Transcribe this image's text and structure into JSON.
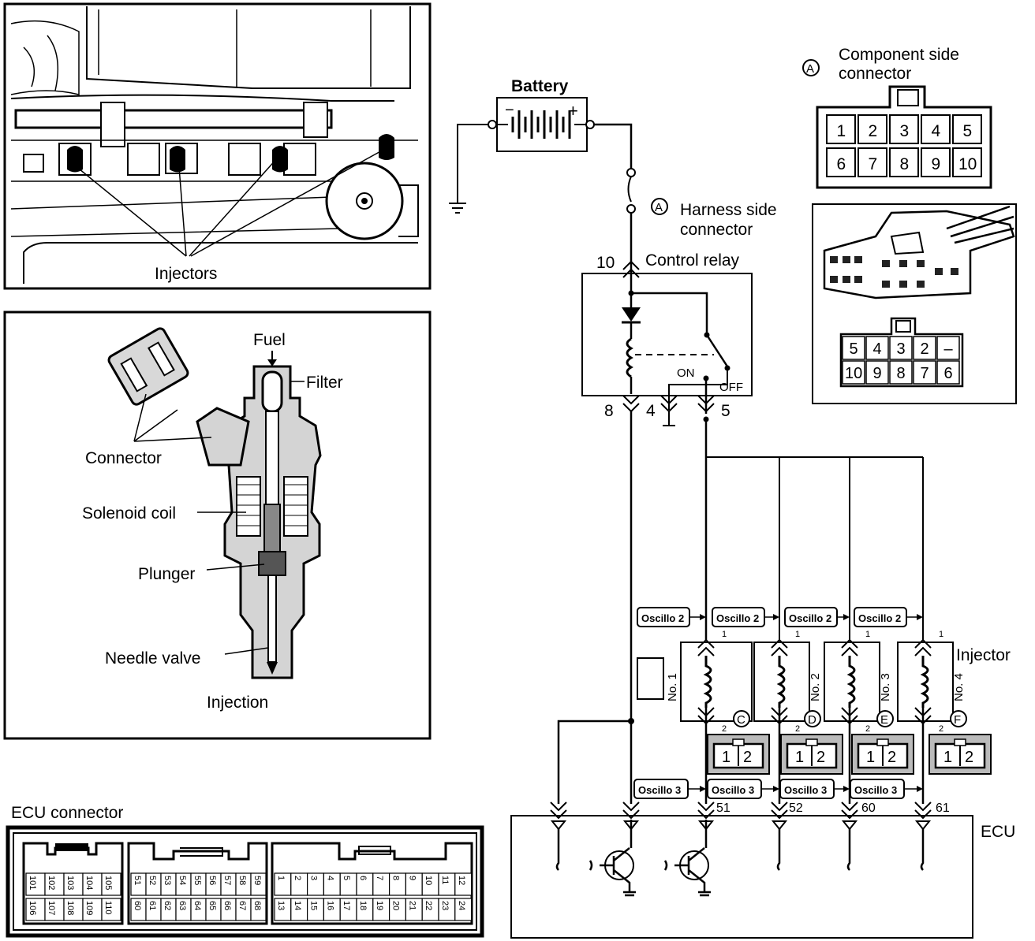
{
  "photo": {
    "injectors_label": "Injectors"
  },
  "cutaway": {
    "fuel": "Fuel",
    "filter": "Filter",
    "connector": "Connector",
    "solenoid_coil": "Solenoid  coil",
    "plunger": "Plunger",
    "needle_valve": "Needle  valve",
    "injection": "Injection"
  },
  "ecu_connector": {
    "title": "ECU  connector",
    "left_block": {
      "top": [
        "101",
        "102",
        "103",
        "104",
        "105"
      ],
      "bottom": [
        "106",
        "107",
        "108",
        "109",
        "110"
      ]
    },
    "mid_block": {
      "top": [
        "51",
        "52",
        "53",
        "54",
        "55",
        "56",
        "57",
        "58",
        "59"
      ],
      "bottom": [
        "60",
        "61",
        "62",
        "63",
        "64",
        "65",
        "66",
        "67",
        "68"
      ]
    },
    "right_block": {
      "top": [
        "1",
        "2",
        "3",
        "4",
        "5",
        "6",
        "7",
        "8",
        "9",
        "10",
        "11",
        "12"
      ],
      "bottom": [
        "13",
        "14",
        "15",
        "16",
        "17",
        "18",
        "19",
        "20",
        "21",
        "22",
        "23",
        "24"
      ]
    }
  },
  "battery": {
    "label": "Battery",
    "minus": "−",
    "plus": "+"
  },
  "harness": {
    "marker": "A",
    "label_line1": "Harness  side",
    "label_line2": "connector"
  },
  "relay": {
    "label": "Control  relay",
    "on": "ON",
    "off": "OFF",
    "pins": {
      "p10": "10",
      "p8": "8",
      "p4": "4",
      "p5": "5"
    }
  },
  "component_connector": {
    "marker": "A",
    "title_line1": "Component  side",
    "title_line2": "connector",
    "top_row": [
      "1",
      "2",
      "3",
      "4",
      "5"
    ],
    "bottom_row": [
      "6",
      "7",
      "8",
      "9",
      "10"
    ]
  },
  "harness_connector_face": {
    "top_row": [
      "5",
      "4",
      "3",
      "2",
      "–"
    ],
    "bottom_row": [
      "10",
      "9",
      "8",
      "7",
      "6"
    ]
  },
  "injectors": {
    "label": "Injector",
    "items": [
      {
        "name": "No. 1",
        "marker": ""
      },
      {
        "name": "No. 2",
        "marker": "C"
      },
      {
        "name": "No. 3",
        "marker": "D"
      },
      {
        "name": "No. 4",
        "marker": "E"
      }
    ],
    "extra_marker": "F",
    "pin1": "1",
    "pin2": "2",
    "plug_pins": [
      "1",
      "2"
    ]
  },
  "oscillo": {
    "top": "Oscillo 2",
    "bottom": "Oscillo 3"
  },
  "ecu": {
    "label": "ECU",
    "terminals": [
      "51",
      "52",
      "60",
      "61"
    ]
  }
}
